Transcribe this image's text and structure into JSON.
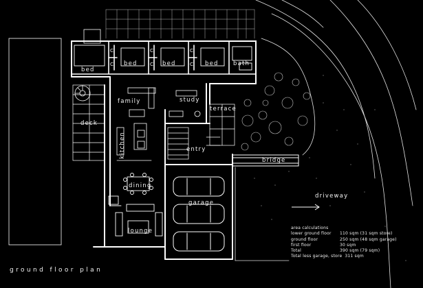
{
  "title": "ground floor plan",
  "rooms": {
    "bed_1": "bed",
    "bed_2": "bed",
    "bed_3": "bed",
    "bed_4": "bed",
    "bath": "bath",
    "family": "family",
    "study": "study",
    "terrace": "terrace",
    "deck": "deck",
    "kitchen": "kitchen",
    "entry": "entry",
    "bridge": "bridge",
    "dining": "dining",
    "garage": "garage",
    "lounge": "lounge",
    "driveway": "driveway"
  },
  "closet_marks": [
    "C",
    "C",
    "C",
    "C",
    "C",
    "C"
  ],
  "area_calculations": {
    "heading": "area calculations",
    "rows": [
      {
        "label": "lower ground floor",
        "value": "110 sqm (31 sqm store)"
      },
      {
        "label": "ground floor",
        "value": "250 sqm (48 sqm garage)"
      },
      {
        "label": "first floor",
        "value": "30 sqm"
      },
      {
        "label": "Total",
        "value": "390 sqm (79 sqm)"
      },
      {
        "label": "Total less garage, store",
        "value": "311 sqm"
      }
    ]
  },
  "colors": {
    "background": "#000000",
    "linework": "#ffffff",
    "vegetation": "#bfbfbf"
  }
}
